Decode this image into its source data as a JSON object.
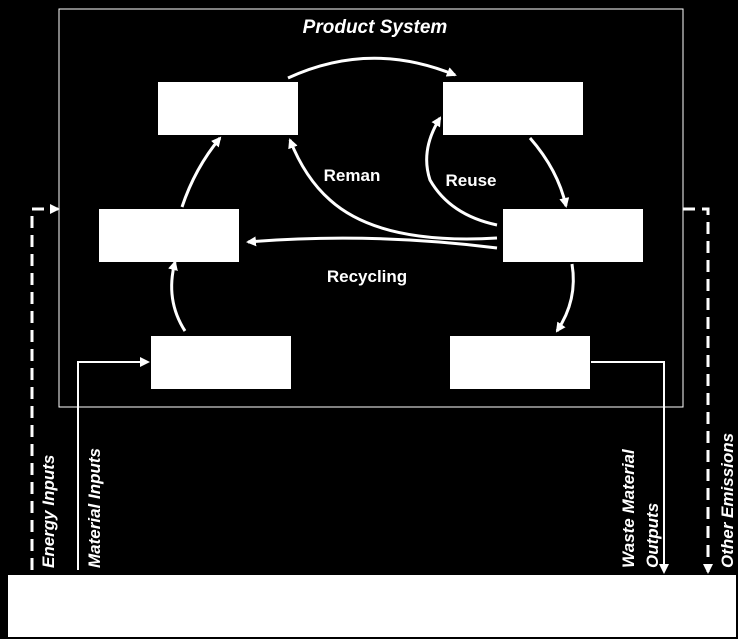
{
  "diagram": {
    "title": "Product System",
    "flows": {
      "reman": "Reman",
      "reuse": "Reuse",
      "recycling": "Recycling"
    },
    "side_labels": {
      "energy_inputs": "Energy Inputs",
      "material_inputs": "Material Inputs",
      "waste_line1": "Waste Material",
      "waste_line2": "Outputs",
      "other_emissions": "Other Emissions"
    },
    "colors": {
      "background": "#000000",
      "foreground": "#ffffff"
    }
  }
}
